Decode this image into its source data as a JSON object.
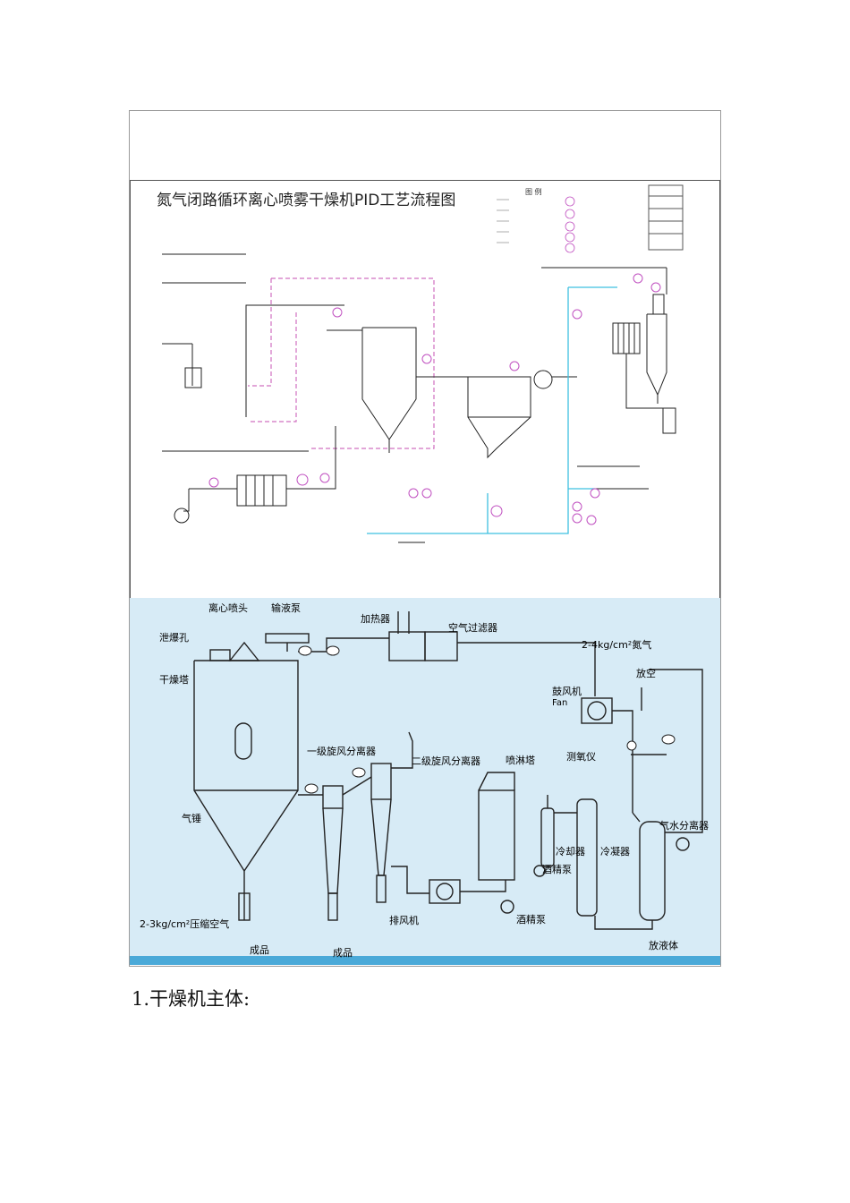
{
  "pid": {
    "title": "氮气闭路循环离心喷雾干燥机PID工艺流程图",
    "legend_title": "图 例"
  },
  "flow": {
    "labels": {
      "nozzle": "离心喷头",
      "feed_pump": "输液泵",
      "heater": "加热器",
      "air_filter": "空气过滤器",
      "explosion_vent": "泄爆孔",
      "dryer_tower": "干燥塔",
      "nitrogen": "2-4kg/cm²氮气",
      "blower": "鼓风机",
      "blower_en": "Fan",
      "vent": "放空",
      "cyclone1": "一级旋风分离器",
      "cyclone2": "二级旋风分离器",
      "spray_tower": "喷淋塔",
      "oxygen_meter": "测氧仪",
      "air_hammer": "气锤",
      "gas_water_sep": "气水分离器",
      "cooler": "冷却器",
      "condenser": "冷凝器",
      "alcohol_pump_a": "酒精泵",
      "alcohol_pump_b": "酒精泵",
      "compressed_air": "2-3kg/cm²压缩空气",
      "product1": "成品",
      "product2": "成品",
      "exhaust_fan": "排风机",
      "liquid_drain": "放液体"
    }
  },
  "caption": "1.干燥机主体:"
}
